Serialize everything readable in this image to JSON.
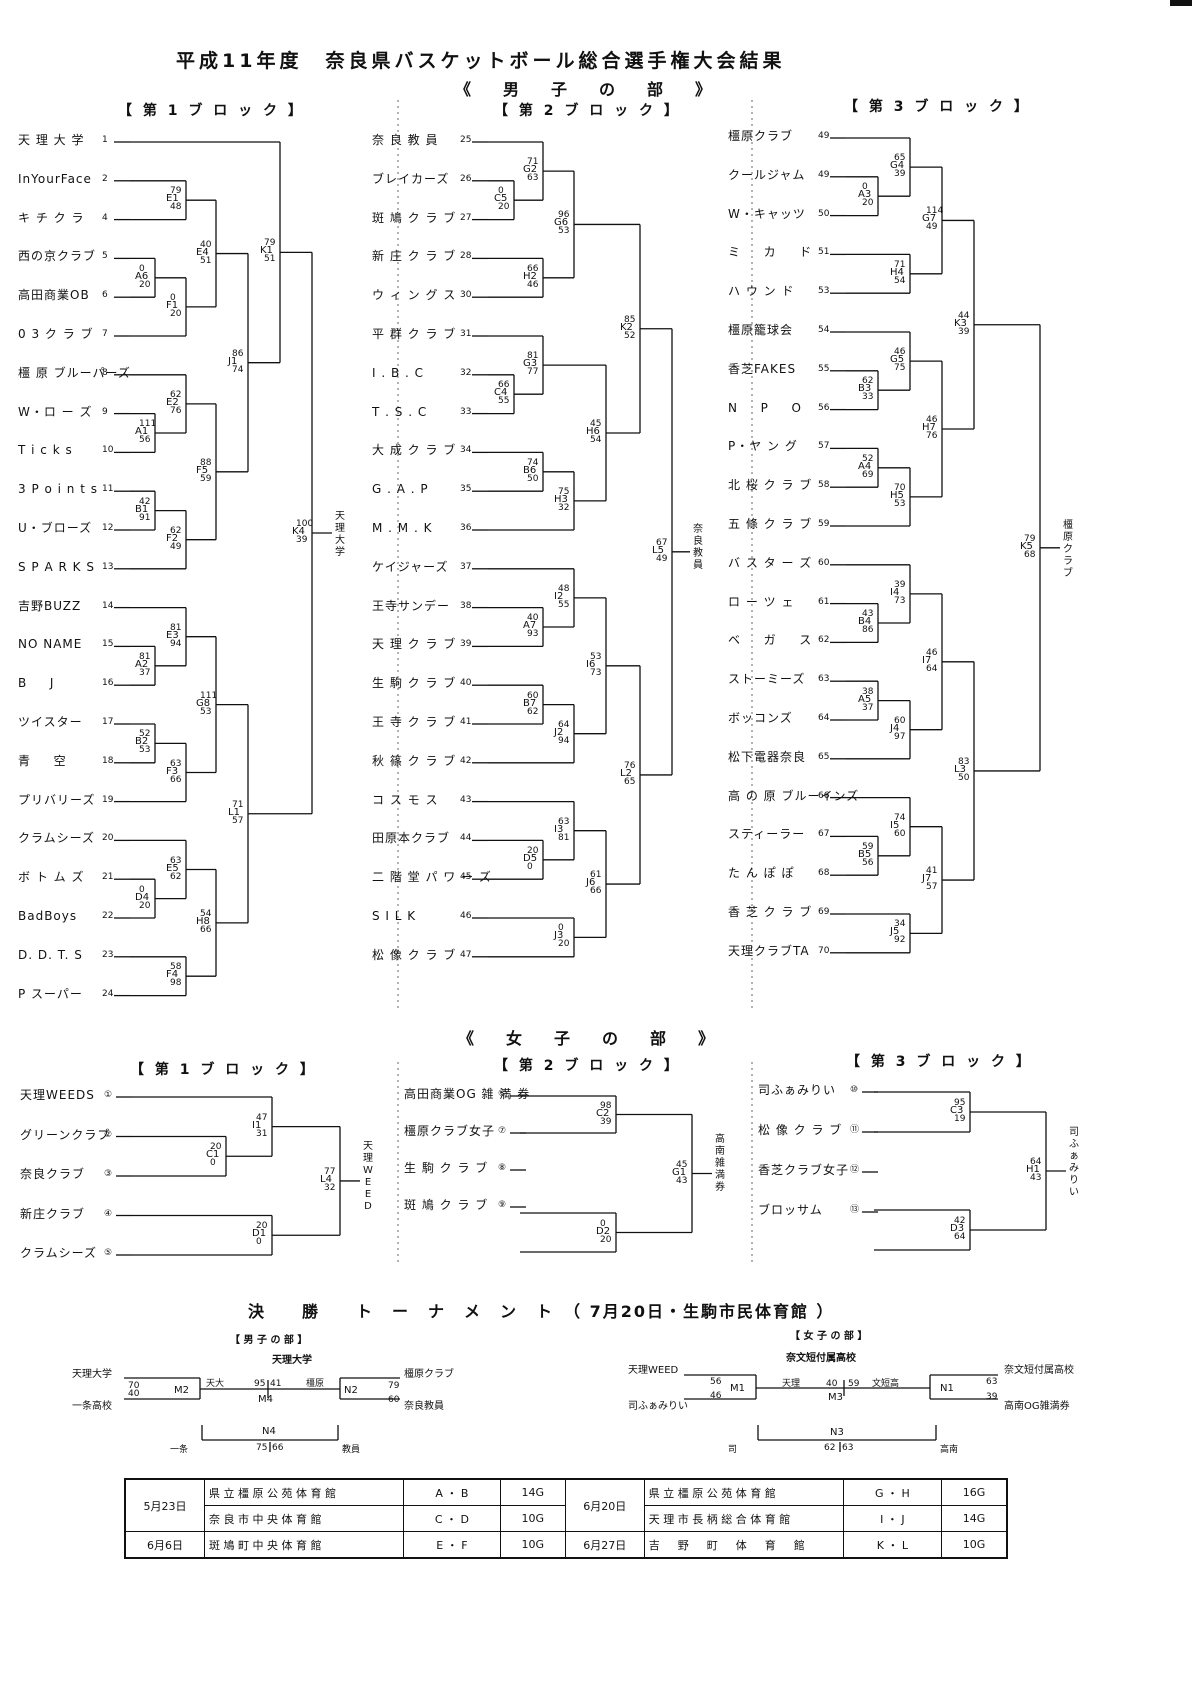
{
  "title": "平成11年度　奈良県バスケットボール総合選手権大会結果",
  "men_heading": "《　男　子　の　部　》",
  "women_heading": "《　女　子　の　部　》",
  "block_labels": [
    "【 第 1 ブ ロ ッ ク 】",
    "【 第 2 ブ ロ ッ ク 】",
    "【 第 3 ブ ロ ッ ク 】"
  ],
  "men_block1": {
    "teams": [
      {
        "name": "天 理 大 学",
        "no": "1"
      },
      {
        "name": "InYourFace",
        "no": "2"
      },
      {
        "name": "キ チ ク ラ",
        "no": "4"
      },
      {
        "name": "西の京クラブ",
        "no": "5"
      },
      {
        "name": "高田商業OB",
        "no": "6"
      },
      {
        "name": "0 3 ク ラ ブ",
        "no": "7"
      },
      {
        "name": "橿 原 ブルーパーズ",
        "no": "8"
      },
      {
        "name": "W・ロ ー ズ",
        "no": "9"
      },
      {
        "name": "T i c k s",
        "no": "10"
      },
      {
        "name": "3 P o i n t s",
        "no": "11"
      },
      {
        "name": "U・ブローズ",
        "no": "12"
      },
      {
        "name": "S P A R K S",
        "no": "13"
      },
      {
        "name": "吉野BUZZ",
        "no": "14"
      },
      {
        "name": "NO NAME",
        "no": "15"
      },
      {
        "name": "B 　 J",
        "no": "16"
      },
      {
        "name": "ツイスター",
        "no": "17"
      },
      {
        "name": "青 　 空",
        "no": "18"
      },
      {
        "name": "プリバリーズ",
        "no": "19"
      },
      {
        "name": "クラムシーズ",
        "no": "20"
      },
      {
        "name": "ボ ト ム ズ",
        "no": "21"
      },
      {
        "name": "BadBoys",
        "no": "22"
      },
      {
        "name": "D. D. T. S",
        "no": "23"
      },
      {
        "name": "P スーパー",
        "no": "24"
      }
    ]
  },
  "men_block2": {
    "teams": [
      {
        "name": "奈 良 教 員",
        "no": "25"
      },
      {
        "name": "ブレイカーズ",
        "no": "26"
      },
      {
        "name": "斑 鳩 ク ラ ブ",
        "no": "27"
      },
      {
        "name": "新 庄 ク ラ ブ",
        "no": "28"
      },
      {
        "name": "ウ ィ ン グ ス",
        "no": "30"
      },
      {
        "name": "平 群 ク ラ ブ",
        "no": "31"
      },
      {
        "name": "I . B . C",
        "no": "32"
      },
      {
        "name": "T . S . C",
        "no": "33"
      },
      {
        "name": "大 成 ク ラ ブ",
        "no": "34"
      },
      {
        "name": "G . A . P",
        "no": "35"
      },
      {
        "name": "M . M . K",
        "no": "36"
      },
      {
        "name": "ケイジャーズ",
        "no": "37"
      },
      {
        "name": "王寺サンデー",
        "no": "38"
      },
      {
        "name": "天 理 ク ラ ブ",
        "no": "39"
      },
      {
        "name": "生 駒 ク ラ ブ",
        "no": "40"
      },
      {
        "name": "王 寺 ク ラ ブ",
        "no": "41"
      },
      {
        "name": "秋 篠 ク ラ ブ",
        "no": "42"
      },
      {
        "name": "コ ス モ ス",
        "no": "43"
      },
      {
        "name": "田原本クラブ",
        "no": "44"
      },
      {
        "name": "二 階 堂 パ ワ ー ズ",
        "no": "45"
      },
      {
        "name": "S I L K",
        "no": "46"
      },
      {
        "name": "松 像 ク ラ ブ",
        "no": "47"
      }
    ]
  },
  "men_block3": {
    "teams": [
      {
        "name": "橿原クラブ",
        "no": "49"
      },
      {
        "name": "クールジャム",
        "no": "49"
      },
      {
        "name": "W・キャッツ",
        "no": "50"
      },
      {
        "name": "ミ 　 カ 　 ド",
        "no": "51"
      },
      {
        "name": "ハ ウ ン ド",
        "no": "53"
      },
      {
        "name": "橿原籠球会",
        "no": "54"
      },
      {
        "name": "香芝FAKES",
        "no": "55"
      },
      {
        "name": "N 　 P 　 O",
        "no": "56"
      },
      {
        "name": "P・ヤ ン グ",
        "no": "57"
      },
      {
        "name": "北 桜 ク ラ ブ",
        "no": "58"
      },
      {
        "name": "五 條 ク ラ ブ",
        "no": "59"
      },
      {
        "name": "バ ス タ ー ズ",
        "no": "60"
      },
      {
        "name": "ロ ー ツ ェ",
        "no": "61"
      },
      {
        "name": "ベ 　 ガ 　 ス",
        "no": "62"
      },
      {
        "name": "ストーミーズ",
        "no": "63"
      },
      {
        "name": "ボッコンズ",
        "no": "64"
      },
      {
        "name": "松下電器奈良",
        "no": "65"
      },
      {
        "name": "高 の 原 ブルーインズ",
        "no": "66"
      },
      {
        "name": "スティーラー",
        "no": "67"
      },
      {
        "name": "た ん ぽ ぽ",
        "no": "68"
      },
      {
        "name": "香 芝 ク ラ ブ",
        "no": "69"
      },
      {
        "name": "天理クラブTA",
        "no": "70"
      }
    ]
  },
  "men_winners": {
    "block1": "天理大学",
    "block2": "奈良教員",
    "block3": "橿原クラブ"
  },
  "women_block1": {
    "teams": [
      {
        "name": "天理WEEDS",
        "no": "①"
      },
      {
        "name": "グリーンクラブ",
        "no": "②"
      },
      {
        "name": "奈良クラブ",
        "no": "③"
      },
      {
        "name": "新庄クラブ",
        "no": "④"
      },
      {
        "name": "クラムシーズ",
        "no": "⑤"
      }
    ]
  },
  "women_block2": {
    "teams": [
      {
        "name": "高田商業OG 雑 満 券",
        "no": "⑥"
      },
      {
        "name": "橿原クラブ女子",
        "no": "⑦"
      },
      {
        "name": "生 駒 ク ラ ブ",
        "no": "⑧"
      },
      {
        "name": "斑 鳩 ク ラ ブ",
        "no": "⑨"
      }
    ]
  },
  "women_block3": {
    "teams": [
      {
        "name": "司ふぁみりい",
        "no": "⑩"
      },
      {
        "name": "松 像 ク ラ ブ",
        "no": "⑪"
      },
      {
        "name": "香芝クラブ女子",
        "no": "⑫"
      },
      {
        "name": "ブロッサム",
        "no": "⑬"
      }
    ]
  },
  "women_winners": {
    "block1": "天理WEED",
    "block2": "高南雑満券",
    "block3": "司ふぁみりい"
  },
  "final_heading": "決　　勝　　ト　ー　ナ　メ　ン　ト　（ 7月20日・生駒市民体育館 ）",
  "final_men": {
    "label": "【 男 子 の 部 】",
    "champion": "天理大学",
    "t1": "天理大学",
    "t2": "一条高校",
    "t3": "橿原クラブ",
    "t4": "奈良教員",
    "m2_s1": "70",
    "m2_s2": "40",
    "n2_s1": "79",
    "n2_s2": "60",
    "m4_l": "天大",
    "m4_r": "橿原",
    "m4_s1": "95",
    "m4_s2": "41",
    "n4_l": "一条",
    "n4_r": "教員",
    "n4_s1": "75",
    "n4_s2": "66"
  },
  "final_women": {
    "label": "【 女 子 の 部 】",
    "champion": "奈文短付属高校",
    "t1": "天理WEED",
    "t2": "司ふぁみりい",
    "t3": "奈文短付属高校",
    "t4": "高南OG雑満券",
    "m1_s1": "56",
    "m1_s2": "46",
    "n1_s1": "63",
    "n1_s2": "39",
    "m3_l": "天理",
    "m3_r": "文短高",
    "m3_s1": "40",
    "m3_s2": "59",
    "n3_l": "司",
    "n3_r": "高南",
    "n3_s1": "62",
    "n3_s2": "63"
  },
  "schedule": [
    [
      "5月23日",
      "県 立 橿 原 公 苑 体 育 館",
      "A ・ B",
      "14G",
      "6月20日",
      "県 立 橿 原 公 苑 体 育 館",
      "G ・ H",
      "16G"
    ],
    [
      "",
      "奈 良 市 中 央 体 育 館",
      "C ・ D",
      "10G",
      "",
      "天 理 市 長 柄 総 合 体 育 館",
      "I ・ J",
      "14G"
    ],
    [
      "6月6日",
      "斑 鳩 町 中 央 体 育 館",
      "E ・ F",
      "10G",
      "6月27日",
      "吉 　 野 　 町 　 体 　 育 　 館",
      "K ・ L",
      "10G"
    ]
  ]
}
